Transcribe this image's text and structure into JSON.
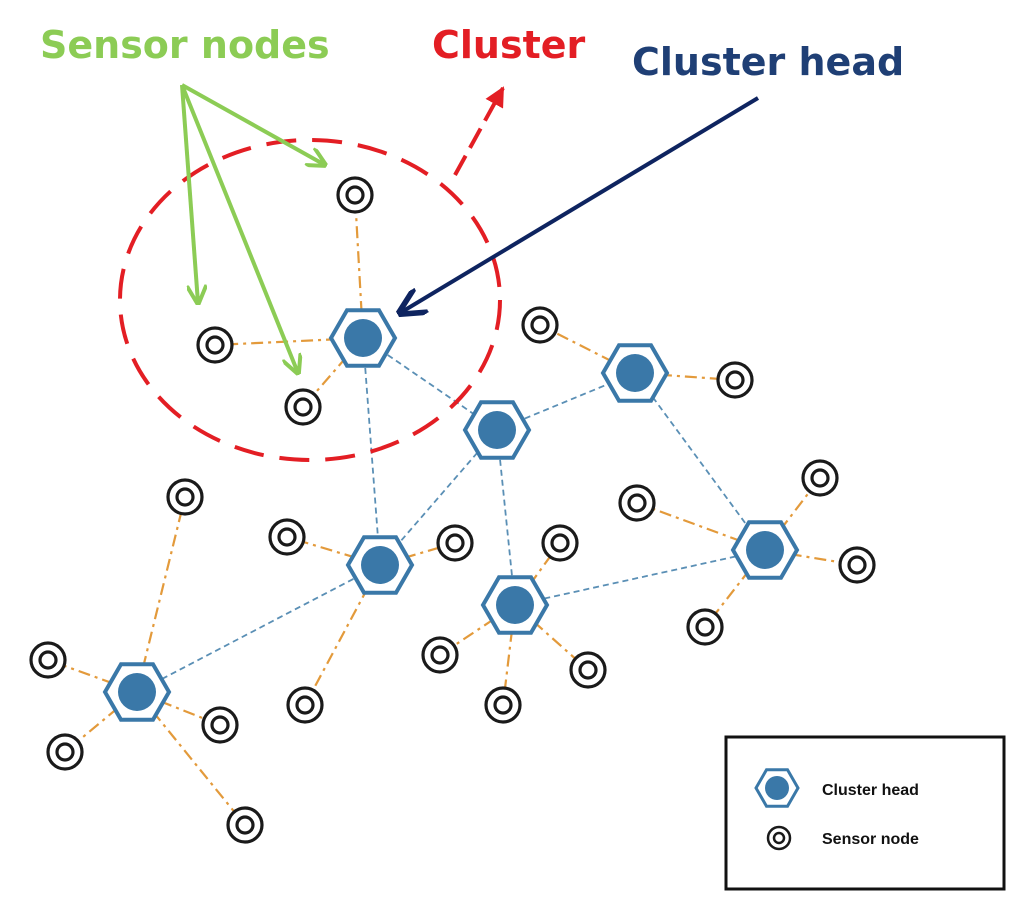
{
  "annotations": {
    "sensor_nodes": "Sensor nodes",
    "cluster": "Cluster",
    "cluster_head": "Cluster head"
  },
  "legend": {
    "cluster_head_label": "Cluster head",
    "sensor_node_label": "Sensor node"
  },
  "icons": {
    "cluster_head": "hexagon-node-icon",
    "sensor_node": "concentric-circle-node-icon"
  },
  "colors": {
    "sensor_annotation": "#8ccc55",
    "cluster_annotation": "#e31e24",
    "cluster_head_annotation": "#1f3f75",
    "head_fill": "#3a78a8",
    "head_stroke": "#3a78a8",
    "head_to_head_link": "#5a8fb5",
    "sensor_link": "#e39a3b",
    "cluster_boundary": "#e31e24",
    "cluster_head_arrow": "#0e2460"
  }
}
